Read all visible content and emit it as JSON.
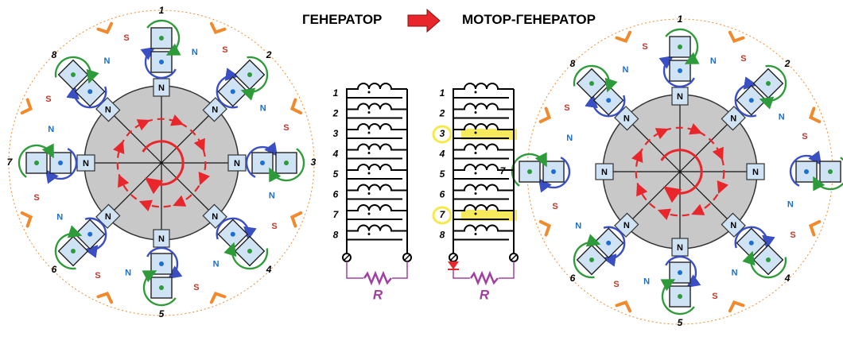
{
  "header": {
    "left_title": "ГЕНЕРАТОР",
    "right_title": "МОТОР-ГЕНЕРАТОР"
  },
  "rotor": {
    "pole_label": "N"
  },
  "magnet_labels": {
    "north": "N",
    "south": "S"
  },
  "stations": [
    "1",
    "2",
    "3",
    "4",
    "5",
    "6",
    "7",
    "8"
  ],
  "coils": [
    "1",
    "2",
    "3",
    "4",
    "5",
    "6",
    "7",
    "8"
  ],
  "highlighted_coils": [
    "3",
    "7"
  ],
  "resistor_label": "R",
  "colors": {
    "rotor_fill": "#c8c8c8",
    "pole_fill": "#cfe3f5",
    "red_arrow": "#e8262b",
    "orange_arrow": "#f08a2c",
    "green_arrow": "#2e9b3a",
    "blue_arrow": "#3a4fc4",
    "highlight": "#f5e84a",
    "resistor": "#a040a0",
    "diode": "#e8262b",
    "north_label": "#1a6fd0",
    "south_label": "#c0392b"
  }
}
